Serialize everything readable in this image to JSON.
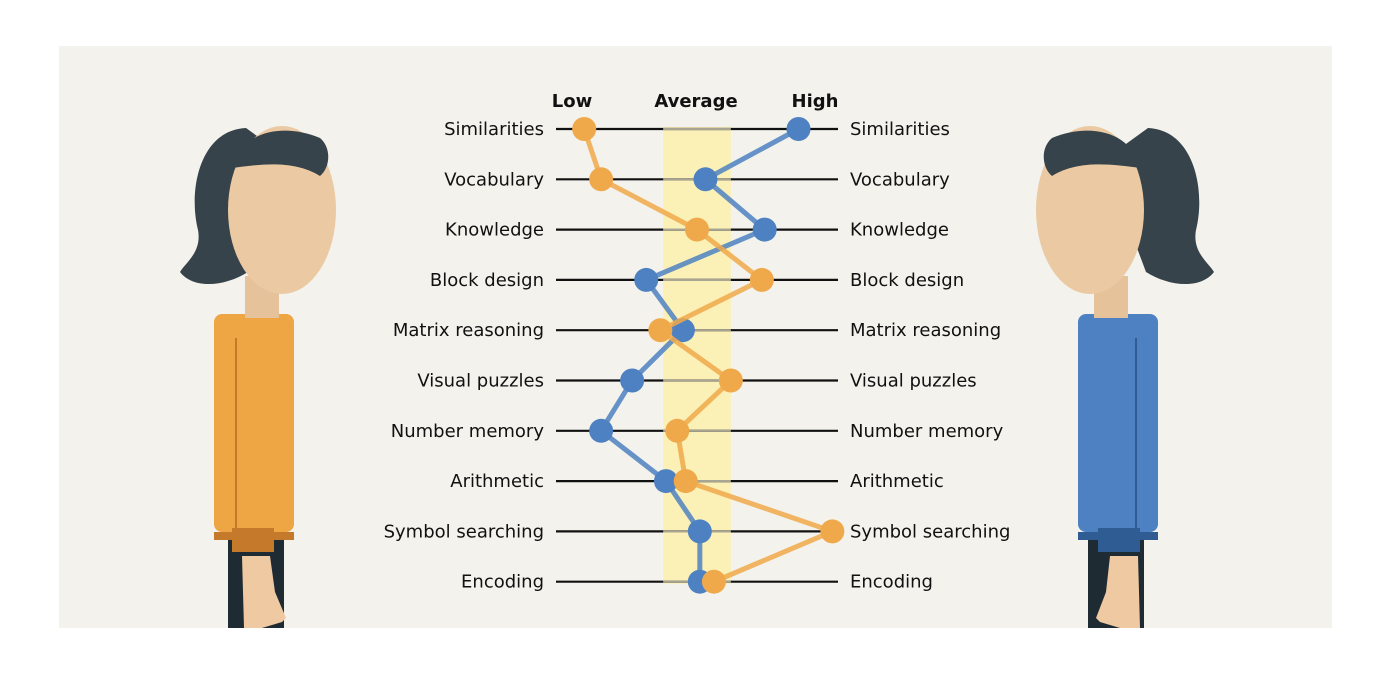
{
  "chart_data": {
    "type": "line",
    "scale_labels": [
      "Low",
      "Average",
      "High"
    ],
    "categories": [
      "Similarities",
      "Vocabulary",
      "Knowledge",
      "Block design",
      "Matrix reasoning",
      "Visual puzzles",
      "Number memory",
      "Arithmetic",
      "Symbol searching",
      "Encoding"
    ],
    "x_range": [
      0,
      10
    ],
    "average_band": [
      3.8,
      6.2
    ],
    "grid": true,
    "legend": "none",
    "series": [
      {
        "color": "#f0a94a",
        "values": [
          1.0,
          1.6,
          5.0,
          7.3,
          3.7,
          6.2,
          4.3,
          4.6,
          9.8,
          5.6
        ]
      },
      {
        "color": "#4e81c2",
        "values": [
          8.6,
          5.3,
          7.4,
          3.2,
          4.5,
          2.7,
          1.6,
          3.9,
          5.1,
          5.1
        ]
      }
    ],
    "colors": {
      "band": "#fbf1b6",
      "grid": "#111111",
      "panel": "#f3f2ec"
    }
  }
}
